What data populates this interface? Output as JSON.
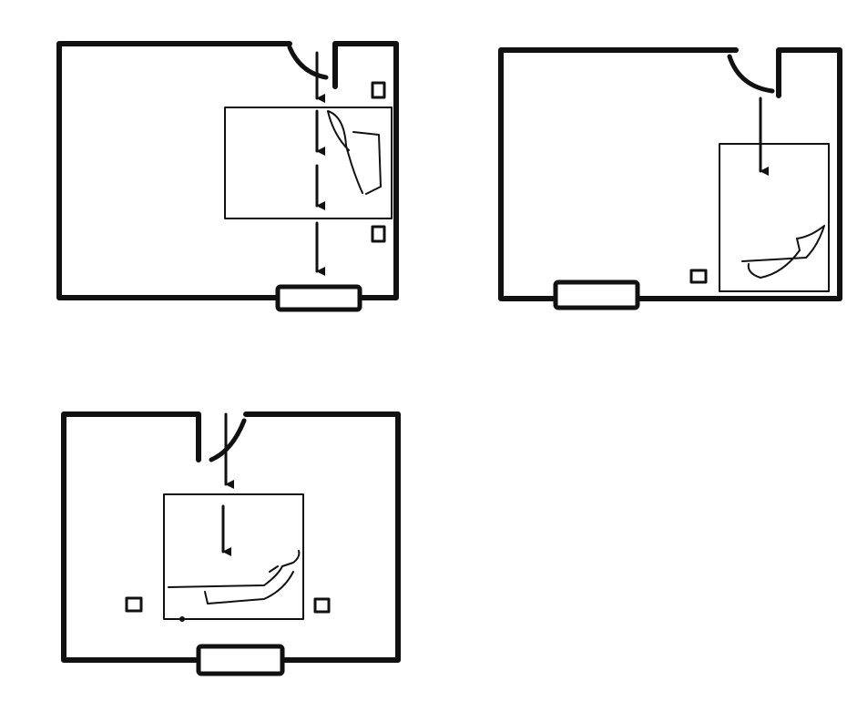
{
  "diagram": {
    "style": "hand-drawn floor plans",
    "colors": {
      "ink": "#111111",
      "background": "#ffffff"
    },
    "panels": [
      {
        "id": "room-1",
        "elements": [
          "door",
          "window",
          "bed",
          "nightstand",
          "nightstand",
          "arrow",
          "arrow",
          "arrow",
          "arrow"
        ]
      },
      {
        "id": "room-2",
        "elements": [
          "door",
          "window",
          "bed",
          "nightstand",
          "arrow"
        ]
      },
      {
        "id": "room-3",
        "elements": [
          "door",
          "window",
          "bed",
          "nightstand",
          "nightstand",
          "arrow",
          "arrow"
        ]
      }
    ]
  }
}
